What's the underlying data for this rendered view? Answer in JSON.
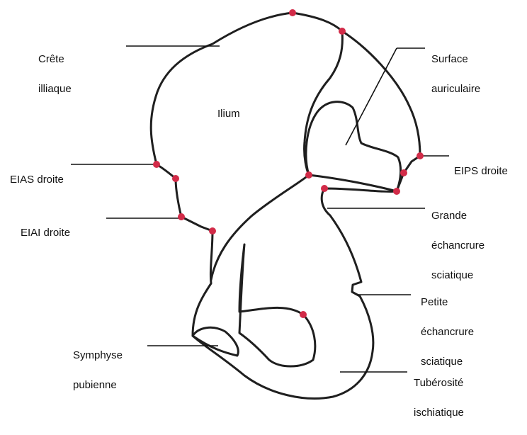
{
  "colors": {
    "outline": "#1f1f1f",
    "landmark_dot": "#d22b48",
    "text": "#111111"
  },
  "center_label": "Ilium",
  "labels": {
    "crete": [
      "Crête",
      "illiaque"
    ],
    "surface": [
      "Surface",
      "auriculaire"
    ],
    "eias": [
      "EIAS droite"
    ],
    "eips": [
      "EIPS droite"
    ],
    "eiai": [
      "EIAI droite"
    ],
    "grande": [
      "Grande",
      "échancrure",
      "sciatique"
    ],
    "petite": [
      "Petite",
      "échancrure",
      "sciatique"
    ],
    "symphyse": [
      "Symphyse",
      "pubienne"
    ],
    "tuberosite": [
      "Tubérosité",
      "ischiatique"
    ]
  }
}
